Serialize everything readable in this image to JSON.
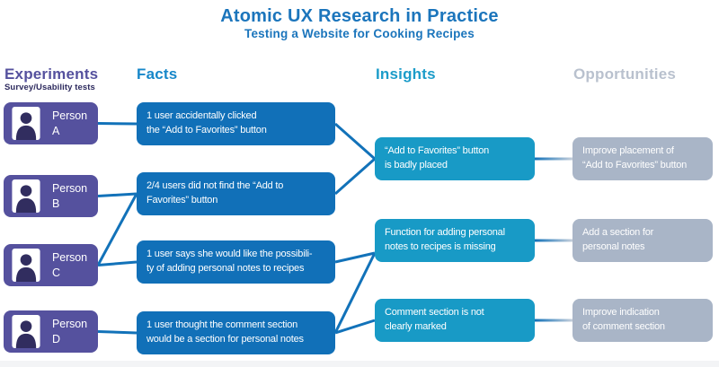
{
  "title": "Atomic UX Research in Practice",
  "subtitle": "Testing a Website for Cooking Recipes",
  "columns": {
    "experiments": {
      "label": "Experiments",
      "sublabel": "Survey/Usability tests"
    },
    "facts": {
      "label": "Facts"
    },
    "insights": {
      "label": "Insights"
    },
    "opportunities": {
      "label": "Opportunities"
    }
  },
  "experiments": [
    {
      "id": "person-a",
      "label": "Person\nA"
    },
    {
      "id": "person-b",
      "label": "Person\nB"
    },
    {
      "id": "person-c",
      "label": "Person\nC"
    },
    {
      "id": "person-d",
      "label": "Person\nD"
    }
  ],
  "facts": [
    {
      "id": "fact-1",
      "text": "1 user accidentally clicked\nthe “Add to Favorites” button"
    },
    {
      "id": "fact-2",
      "text": "2/4 users did not find the “Add to\nFavorites” button"
    },
    {
      "id": "fact-3",
      "text": "1 user says she would like the possibili-\nty of adding personal notes to recipes"
    },
    {
      "id": "fact-4",
      "text": "1 user thought the comment section\nwould be a section for personal notes"
    }
  ],
  "insights": [
    {
      "id": "insight-1",
      "text": "“Add to Favorites” button\nis badly placed"
    },
    {
      "id": "insight-2",
      "text": "Function for adding personal\nnotes to recipes is missing"
    },
    {
      "id": "insight-3",
      "text": "Comment section is not\nclearly marked"
    }
  ],
  "opportunities": [
    {
      "id": "opp-1",
      "text": "Improve placement of\n“Add to Favorites” button"
    },
    {
      "id": "opp-2",
      "text": "Add a section for\npersonal notes"
    },
    {
      "id": "opp-3",
      "text": "Improve indication\nof comment section"
    }
  ],
  "edges": [
    {
      "from": "person-a",
      "to": "fact-1"
    },
    {
      "from": "person-b",
      "to": "fact-2"
    },
    {
      "from": "person-c",
      "to": "fact-2"
    },
    {
      "from": "person-c",
      "to": "fact-3"
    },
    {
      "from": "person-d",
      "to": "fact-4"
    },
    {
      "from": "fact-1",
      "to": "insight-1"
    },
    {
      "from": "fact-2",
      "to": "insight-1"
    },
    {
      "from": "fact-3",
      "to": "insight-2",
      "to_anchor": "left-bottom"
    },
    {
      "from": "fact-4",
      "to": "insight-2",
      "to_anchor": "left-bottom"
    },
    {
      "from": "fact-4",
      "to": "insight-3"
    },
    {
      "from": "insight-1",
      "to": "opp-1",
      "style": "fade"
    },
    {
      "from": "insight-2",
      "to": "opp-2",
      "style": "fade"
    },
    {
      "from": "insight-3",
      "to": "opp-3",
      "style": "fade"
    }
  ],
  "colors": {
    "title_blue": "#1B75BC",
    "experiments_purple": "#55519E",
    "experiments_sub_text": "#2D2A5E",
    "facts_header_blue": "#1787C9",
    "insights_header_cyan": "#1C9CC9",
    "opportunities_header_gray": "#B9C1CE",
    "fact_box_blue": "#1170B8",
    "insight_box_cyan": "#189AC6",
    "opportunity_box_gray": "#A9B5C7",
    "person_icon_dark": "#312D5F",
    "connector_blue": "#1272B9",
    "connector_fade_end": "#C6CFDB",
    "footer_strip": "#F3F4F6"
  }
}
